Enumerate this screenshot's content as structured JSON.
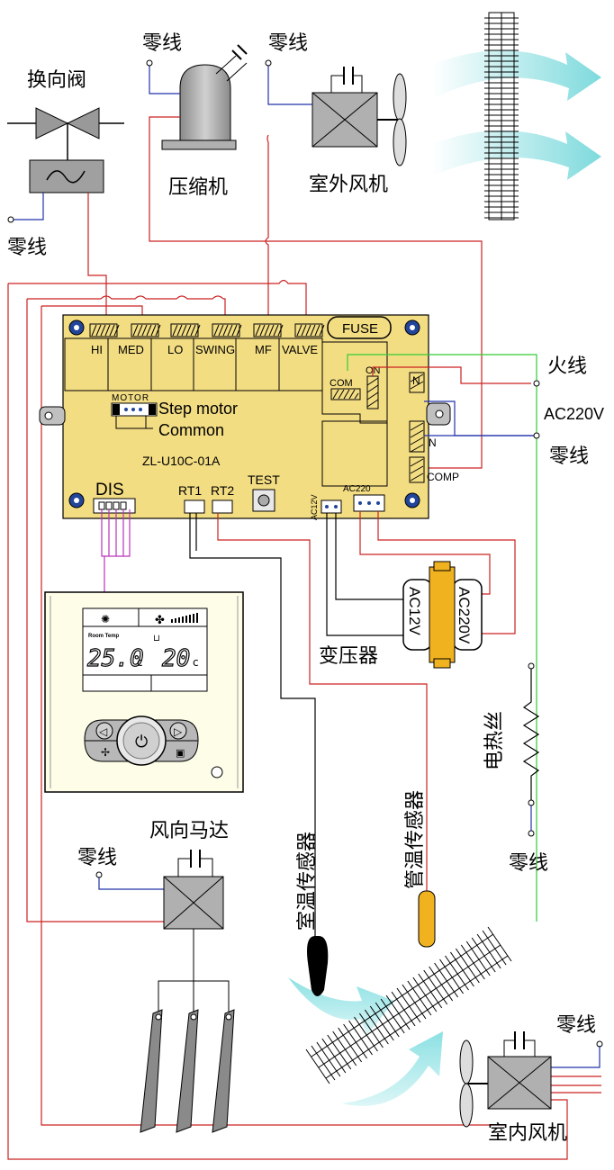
{
  "outdoor": {
    "reversing_valve": "换向阀",
    "compressor": "压缩机",
    "outdoor_fan": "室外风机",
    "neutral_valve": "零线",
    "neutral_compressor": "零线",
    "neutral_outdoor_fan": "零线"
  },
  "board": {
    "terminals": [
      "HI",
      "MED",
      "LO",
      "SWING",
      "MF",
      "VALVE"
    ],
    "fuse": "FUSE",
    "com": "COM",
    "on": "ON",
    "n_top": "N",
    "n_mid": "N",
    "comp": "COMP",
    "motor": "MOTOR",
    "step_motor": "Step motor",
    "common": "Common",
    "model": "ZL-U10C-01A",
    "dis": "DIS",
    "rt1": "RT1",
    "rt2": "RT2",
    "test": "TEST",
    "ac12v": "AC12V",
    "ac220": "AC220"
  },
  "power": {
    "live": "火线",
    "ac220v": "AC220V",
    "neutral": "零线"
  },
  "transformer": {
    "label": "变压器",
    "left_coil": "AC12V",
    "right_coil": "AC220V"
  },
  "display": {
    "room_temp_label": "Room Temp",
    "room_temp": "25.0",
    "room_unit": "c",
    "set_temp": "20",
    "set_unit": "c"
  },
  "indoor": {
    "heater": "电热丝",
    "heater_neutral": "零线",
    "louver_motor": "风向马达",
    "louver_neutral": "零线",
    "room_sensor": "室温传感器",
    "pipe_sensor": "管温传感器",
    "indoor_fan": "室内风机",
    "indoor_fan_neutral": "零线"
  }
}
